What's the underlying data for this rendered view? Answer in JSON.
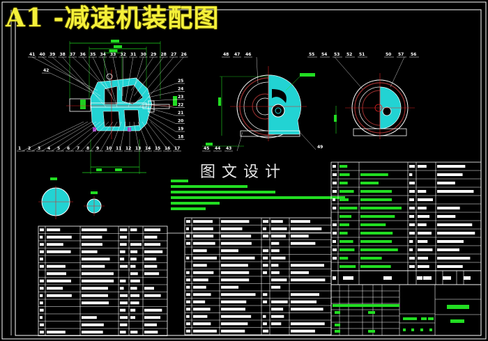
{
  "title": "A1 -减速机装配图",
  "watermark": "图文设计",
  "colors": {
    "background": "#000000",
    "frame": "#ffffff",
    "title": "#f4f03a",
    "dimension": "#22dd22",
    "section": "#22d3d3",
    "centerline": "#e02020",
    "hidden": "#a03030"
  },
  "main_view": {
    "balloons_top": [
      "41",
      "40",
      "39",
      "38",
      "37",
      "36",
      "35",
      "34",
      "33",
      "32",
      "31",
      "30",
      "29",
      "28",
      "27",
      "26"
    ],
    "balloons_bottom": [
      "1",
      "2",
      "3",
      "4",
      "5",
      "6",
      "7",
      "8",
      "9",
      "10",
      "11",
      "12",
      "13",
      "14",
      "15",
      "16",
      "17"
    ],
    "balloons_right": [
      "25",
      "24",
      "23",
      "22",
      "21",
      "20",
      "19",
      "18"
    ],
    "balloon_left": "42"
  },
  "side_view": {
    "balloons_top": [
      "48",
      "47",
      "46"
    ],
    "balloons_bottom": [
      "45",
      "44",
      "43"
    ],
    "balloon_right": "49"
  },
  "rear_view": {
    "balloons_top": [
      "55",
      "54",
      "53",
      "52",
      "51",
      "50",
      "57",
      "56"
    ]
  },
  "tables": {
    "parts_right_rows": 13,
    "parts_left_rows": 15,
    "parts_middle_rows": 16
  }
}
